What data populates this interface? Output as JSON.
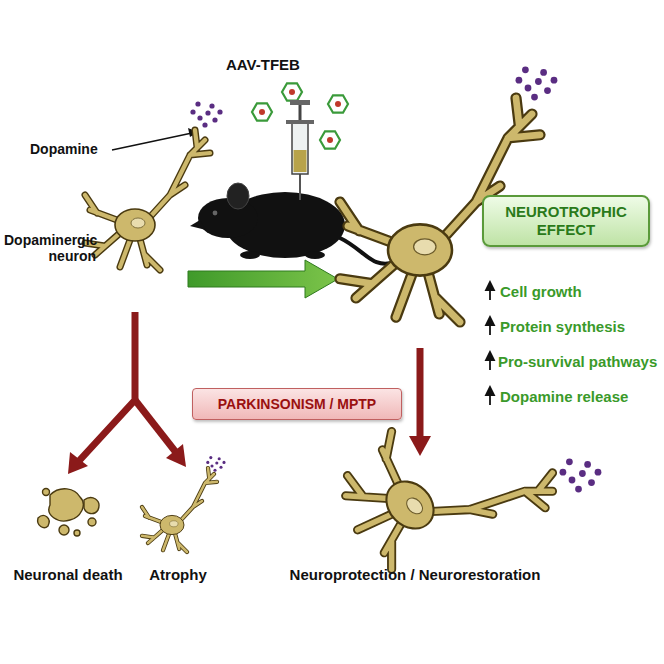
{
  "diagram": {
    "nodes": [
      {
        "text": [
          "NEUROTROPHIC EFFECT"
        ]
      },
      {
        "text": [
          "PARKINSONISM / MPTP"
        ]
      }
    ],
    "labels": [
      "AAV-TFEB",
      "Dopamine",
      "Dopaminergic neuron",
      "Cell growth",
      "Protein synthesis",
      "Pro-survival pathways",
      "Dopamine release",
      "Neuronal death",
      "Atrophy",
      "Neuroprotection / Neurorestoration"
    ]
  }
}
